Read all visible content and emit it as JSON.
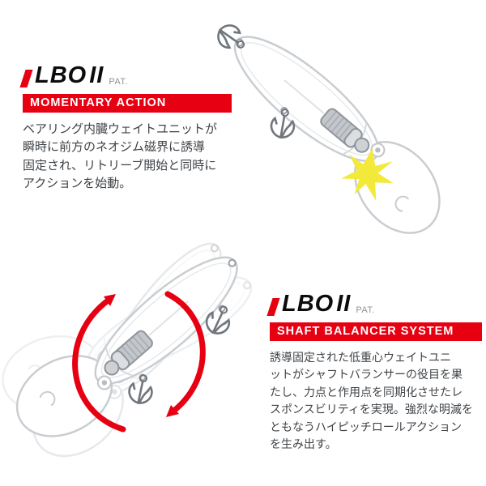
{
  "colors": {
    "accent_red": "#e60012",
    "flash_yellow": "#f3e93a",
    "outline_gray": "#c9cdd1",
    "hook_gray": "#70767c"
  },
  "momentary": {
    "logo_text": "LBO",
    "logo_numeral": "II",
    "pat": "PAT.",
    "banner": "MOMENTARY ACTION",
    "lines": [
      "ベアリング内臓ウェイトユニットが",
      "瞬時に前方のネオジム磁界に誘導",
      "固定され、リトリーブ開始と同時に",
      "アクションを始動。"
    ]
  },
  "shaft": {
    "logo_text": "LBO",
    "logo_numeral": "II",
    "pat": "PAT.",
    "banner": "SHAFT BALANCER SYSTEM",
    "lines": [
      "誘導固定された低重心ウェイトユニ",
      "ットがシャフトバランサーの役目を果",
      "たし、力点と作用点を同期化させたレ",
      "スポンスビリティを実現。強烈な明滅を",
      "ともなうハイピッチロールアクション",
      "を生み出す。"
    ]
  },
  "illustrations": {
    "momentary": "lure side view with internal bearing weight unit fixed forward, yellow magnet flash",
    "shaft": "rolling lure with motion ghosting and red rotation arrows"
  }
}
